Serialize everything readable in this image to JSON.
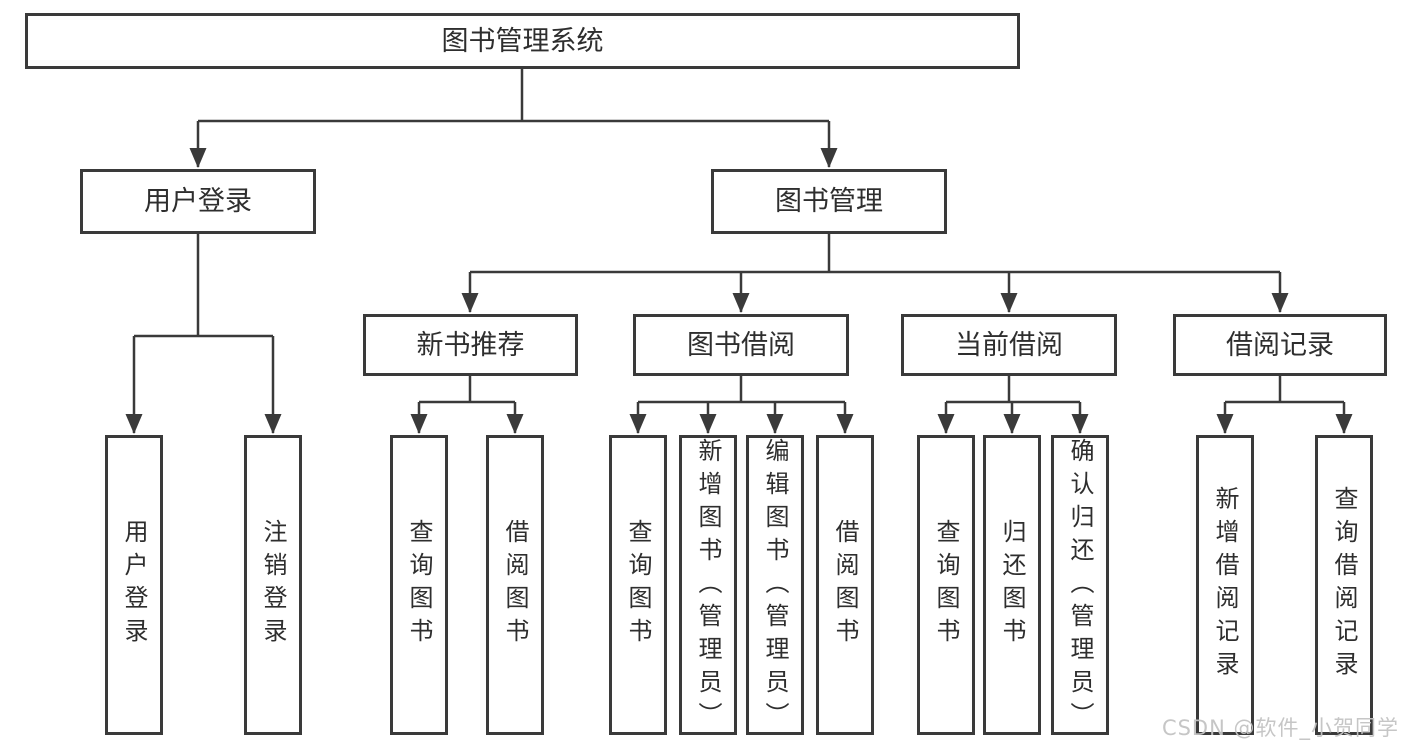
{
  "colors": {
    "line": "#3a3a3a",
    "text": "#2e2e2e",
    "box_fill": "#ffffff",
    "watermark": "#c3c3c3",
    "background": "#ffffff"
  },
  "watermark": {
    "text": "CSDN @软件_小贺同学"
  },
  "tree": {
    "root": {
      "label": "图书管理系统"
    },
    "branches": [
      {
        "label": "用户登录",
        "children": [
          {
            "label": "用户登录"
          },
          {
            "label": "注销登录"
          }
        ]
      },
      {
        "label": "图书管理",
        "children": [
          {
            "label": "新书推荐",
            "children": [
              {
                "label": "查询图书"
              },
              {
                "label": "借阅图书"
              }
            ]
          },
          {
            "label": "图书借阅",
            "children": [
              {
                "label": "查询图书"
              },
              {
                "label": "新增图书（管理员）"
              },
              {
                "label": "编辑图书（管理员）"
              },
              {
                "label": "借阅图书"
              }
            ]
          },
          {
            "label": "当前借阅",
            "children": [
              {
                "label": "查询图书"
              },
              {
                "label": "归还图书"
              },
              {
                "label": "确认归还（管理员）"
              }
            ]
          },
          {
            "label": "借阅记录",
            "children": [
              {
                "label": "新增借阅记录"
              },
              {
                "label": "查询借阅记录"
              }
            ]
          }
        ]
      }
    ]
  }
}
